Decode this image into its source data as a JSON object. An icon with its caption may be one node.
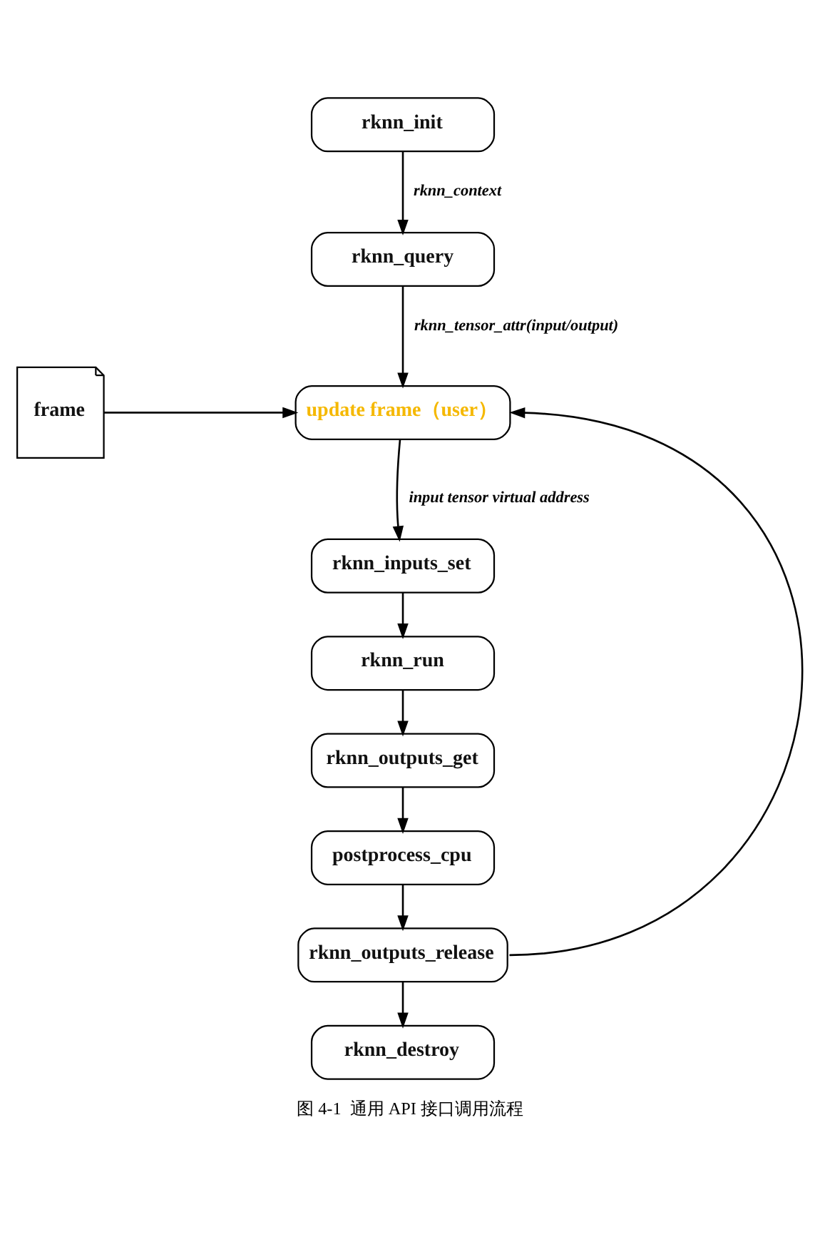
{
  "diagram": {
    "caption": "图 4-1  通用 API 接口调用流程",
    "nodes": [
      {
        "text": [
          "rknn_init"
        ]
      },
      {
        "text": [
          "rknn_query"
        ]
      },
      {
        "text": [
          "frame"
        ]
      },
      {
        "text": [
          "update frame（user）"
        ]
      },
      {
        "text": [
          "rknn_inputs_set"
        ]
      },
      {
        "text": [
          "rknn_run"
        ]
      },
      {
        "text": [
          "rknn_outputs_get"
        ]
      },
      {
        "text": [
          "postprocess_cpu"
        ]
      },
      {
        "text": [
          "rknn_outputs_release"
        ]
      },
      {
        "text": [
          "rknn_destroy"
        ]
      }
    ],
    "edges": [
      {
        "from": 0,
        "to": 1,
        "arrow": "to",
        "label": "rknn_context"
      },
      {
        "from": 1,
        "to": 3,
        "arrow": "to",
        "label": "rknn_tensor_attr(input/output)"
      },
      {
        "from": 2,
        "to": 3,
        "arrow": "to"
      },
      {
        "from": 3,
        "to": 4,
        "arrow": "to",
        "label": "input tensor virtual address"
      },
      {
        "from": 4,
        "to": 5,
        "arrow": "to"
      },
      {
        "from": 5,
        "to": 6,
        "arrow": "to"
      },
      {
        "from": 6,
        "to": 7,
        "arrow": "to"
      },
      {
        "from": 7,
        "to": 8,
        "arrow": "to"
      },
      {
        "from": 8,
        "to": 9,
        "arrow": "to"
      },
      {
        "from": 8,
        "to": 3,
        "arrow": "to"
      }
    ]
  }
}
